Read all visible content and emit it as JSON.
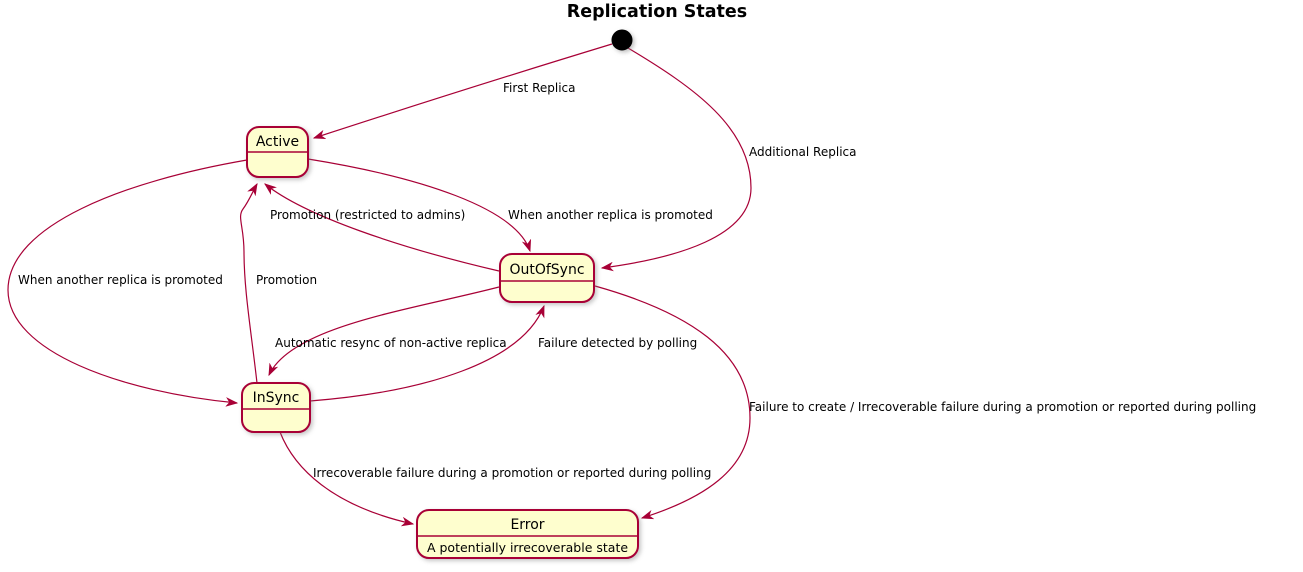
{
  "diagram": {
    "title": "Replication States",
    "type": "state-diagram",
    "colors": {
      "state_fill": "#FEFECE",
      "state_border": "#A80036",
      "arrow": "#A80036",
      "text": "#000000",
      "initial_dot": "#000000",
      "background": "#FFFFFF"
    },
    "initial_state": {
      "name": "initial",
      "shape": "filled-black-dot"
    },
    "states": [
      {
        "id": "active",
        "label": "Active"
      },
      {
        "id": "outofsync",
        "label": "OutOfSync"
      },
      {
        "id": "insync",
        "label": "InSync"
      },
      {
        "id": "error",
        "label": "Error",
        "description": "A potentially irrecoverable state"
      }
    ],
    "transitions": [
      {
        "from": "initial",
        "to": "active",
        "label": "First Replica"
      },
      {
        "from": "initial",
        "to": "outofsync",
        "label": "Additional Replica"
      },
      {
        "from": "outofsync",
        "to": "active",
        "label": "Promotion (restricted to admins)"
      },
      {
        "from": "active",
        "to": "outofsync",
        "label": "When another replica is promoted"
      },
      {
        "from": "active",
        "to": "insync",
        "label": "When another replica is promoted"
      },
      {
        "from": "insync",
        "to": "active",
        "label": "Promotion"
      },
      {
        "from": "outofsync",
        "to": "insync",
        "label": "Automatic resync of non-active replica"
      },
      {
        "from": "insync",
        "to": "outofsync",
        "label": "Failure detected by polling"
      },
      {
        "from": "outofsync",
        "to": "error",
        "label": "Failure to create / Irrecoverable failure during a promotion or reported during polling"
      },
      {
        "from": "insync",
        "to": "error",
        "label": "Irrecoverable failure during a promotion or reported during polling"
      }
    ]
  }
}
